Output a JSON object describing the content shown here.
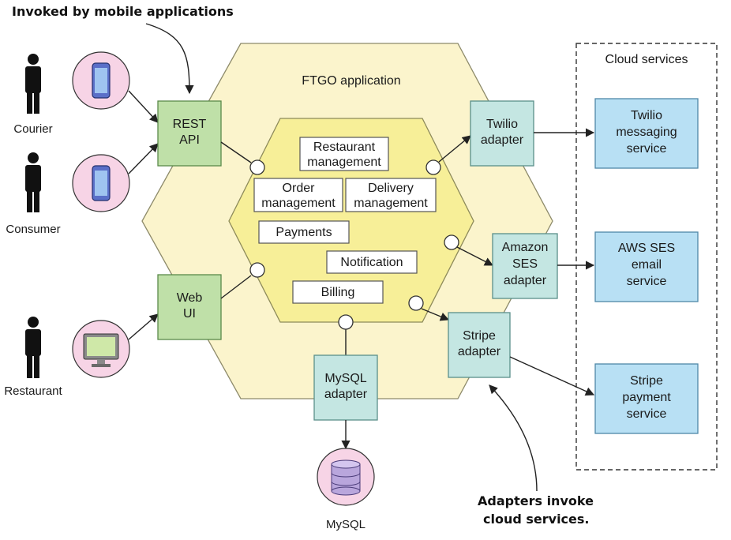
{
  "annotations": {
    "mobile": "Invoked by mobile applications",
    "adapters_line1": "Adapters invoke",
    "adapters_line2": "cloud services."
  },
  "app": {
    "title": "FTGO application"
  },
  "actors": [
    {
      "id": "courier",
      "label": "Courier",
      "device": "phone-icon"
    },
    {
      "id": "consumer",
      "label": "Consumer",
      "device": "phone-icon"
    },
    {
      "id": "restaurant",
      "label": "Restaurant",
      "device": "monitor-icon"
    }
  ],
  "inbound_adapters": [
    {
      "id": "rest-api",
      "lines": [
        "REST",
        "API"
      ]
    },
    {
      "id": "web-ui",
      "lines": [
        "Web",
        "UI"
      ]
    }
  ],
  "core_modules": [
    {
      "id": "restaurant-management",
      "lines": [
        "Restaurant",
        "management"
      ]
    },
    {
      "id": "order-management",
      "lines": [
        "Order",
        "management"
      ]
    },
    {
      "id": "delivery-management",
      "lines": [
        "Delivery",
        "management"
      ]
    },
    {
      "id": "payments",
      "lines": [
        "Payments"
      ]
    },
    {
      "id": "notification",
      "lines": [
        "Notification"
      ]
    },
    {
      "id": "billing",
      "lines": [
        "Billing"
      ]
    }
  ],
  "outbound_adapters": [
    {
      "id": "twilio-adapter",
      "lines": [
        "Twilio",
        "adapter"
      ]
    },
    {
      "id": "amazon-ses-adapter",
      "lines": [
        "Amazon",
        "SES",
        "adapter"
      ]
    },
    {
      "id": "stripe-adapter",
      "lines": [
        "Stripe",
        "adapter"
      ]
    },
    {
      "id": "mysql-adapter",
      "lines": [
        "MySQL",
        "adapter"
      ]
    }
  ],
  "cloud": {
    "title": "Cloud services",
    "services": [
      {
        "id": "twilio-service",
        "lines": [
          "Twilio",
          "messaging",
          "service"
        ]
      },
      {
        "id": "aws-ses-service",
        "lines": [
          "AWS SES",
          "email",
          "service"
        ]
      },
      {
        "id": "stripe-service",
        "lines": [
          "Stripe",
          "payment",
          "service"
        ]
      }
    ]
  },
  "database": {
    "label": "MySQL"
  },
  "colors": {
    "outer_hexagon": "#fbf4cc",
    "inner_hexagon": "#f7ef98",
    "inbound_adapter": "#bfe0a8",
    "outbound_adapter": "#c4e6e2",
    "cloud_service": "#b8e0f4",
    "device_circle": "#f7d4e6"
  }
}
